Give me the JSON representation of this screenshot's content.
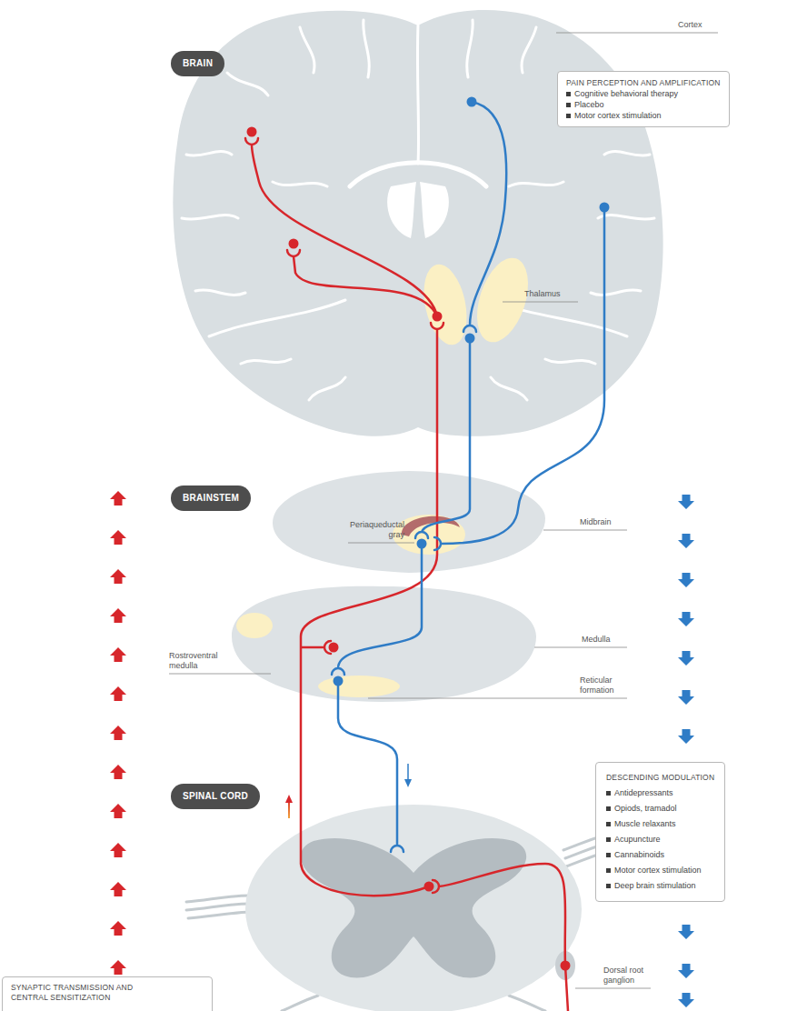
{
  "diagram": {
    "nodes": [
      {
        "text": [
          "BRAIN"
        ]
      },
      {
        "text": [
          "PAIN PERCEPTION AND AMPLIFICATION",
          "Cognitive behavioral therapy",
          "Placebo",
          "Motor cortex stimulation"
        ]
      },
      {
        "text": [
          "BRAINSTEM"
        ]
      },
      {
        "text": [
          "SPINAL CORD"
        ]
      },
      {
        "text": [
          "DESCENDING MODULATION",
          "Antidepressants",
          "Opiods, tramadol",
          "Muscle relaxants",
          "Acupuncture",
          "Cannabinoids",
          "Motor cortex stimulation",
          "Deep brain stimulation"
        ]
      },
      {
        "text": [
          "SYNAPTIC TRANSMISSION AND CENTRAL SENSITIZATION"
        ]
      }
    ],
    "labels": [
      "Cortex",
      "Thalamus",
      "Periaqueductal gray",
      "Midbrain",
      "Medulla",
      "Rostroventral medulla",
      "Reticular formation",
      "Dorsal root ganglion"
    ]
  }
}
